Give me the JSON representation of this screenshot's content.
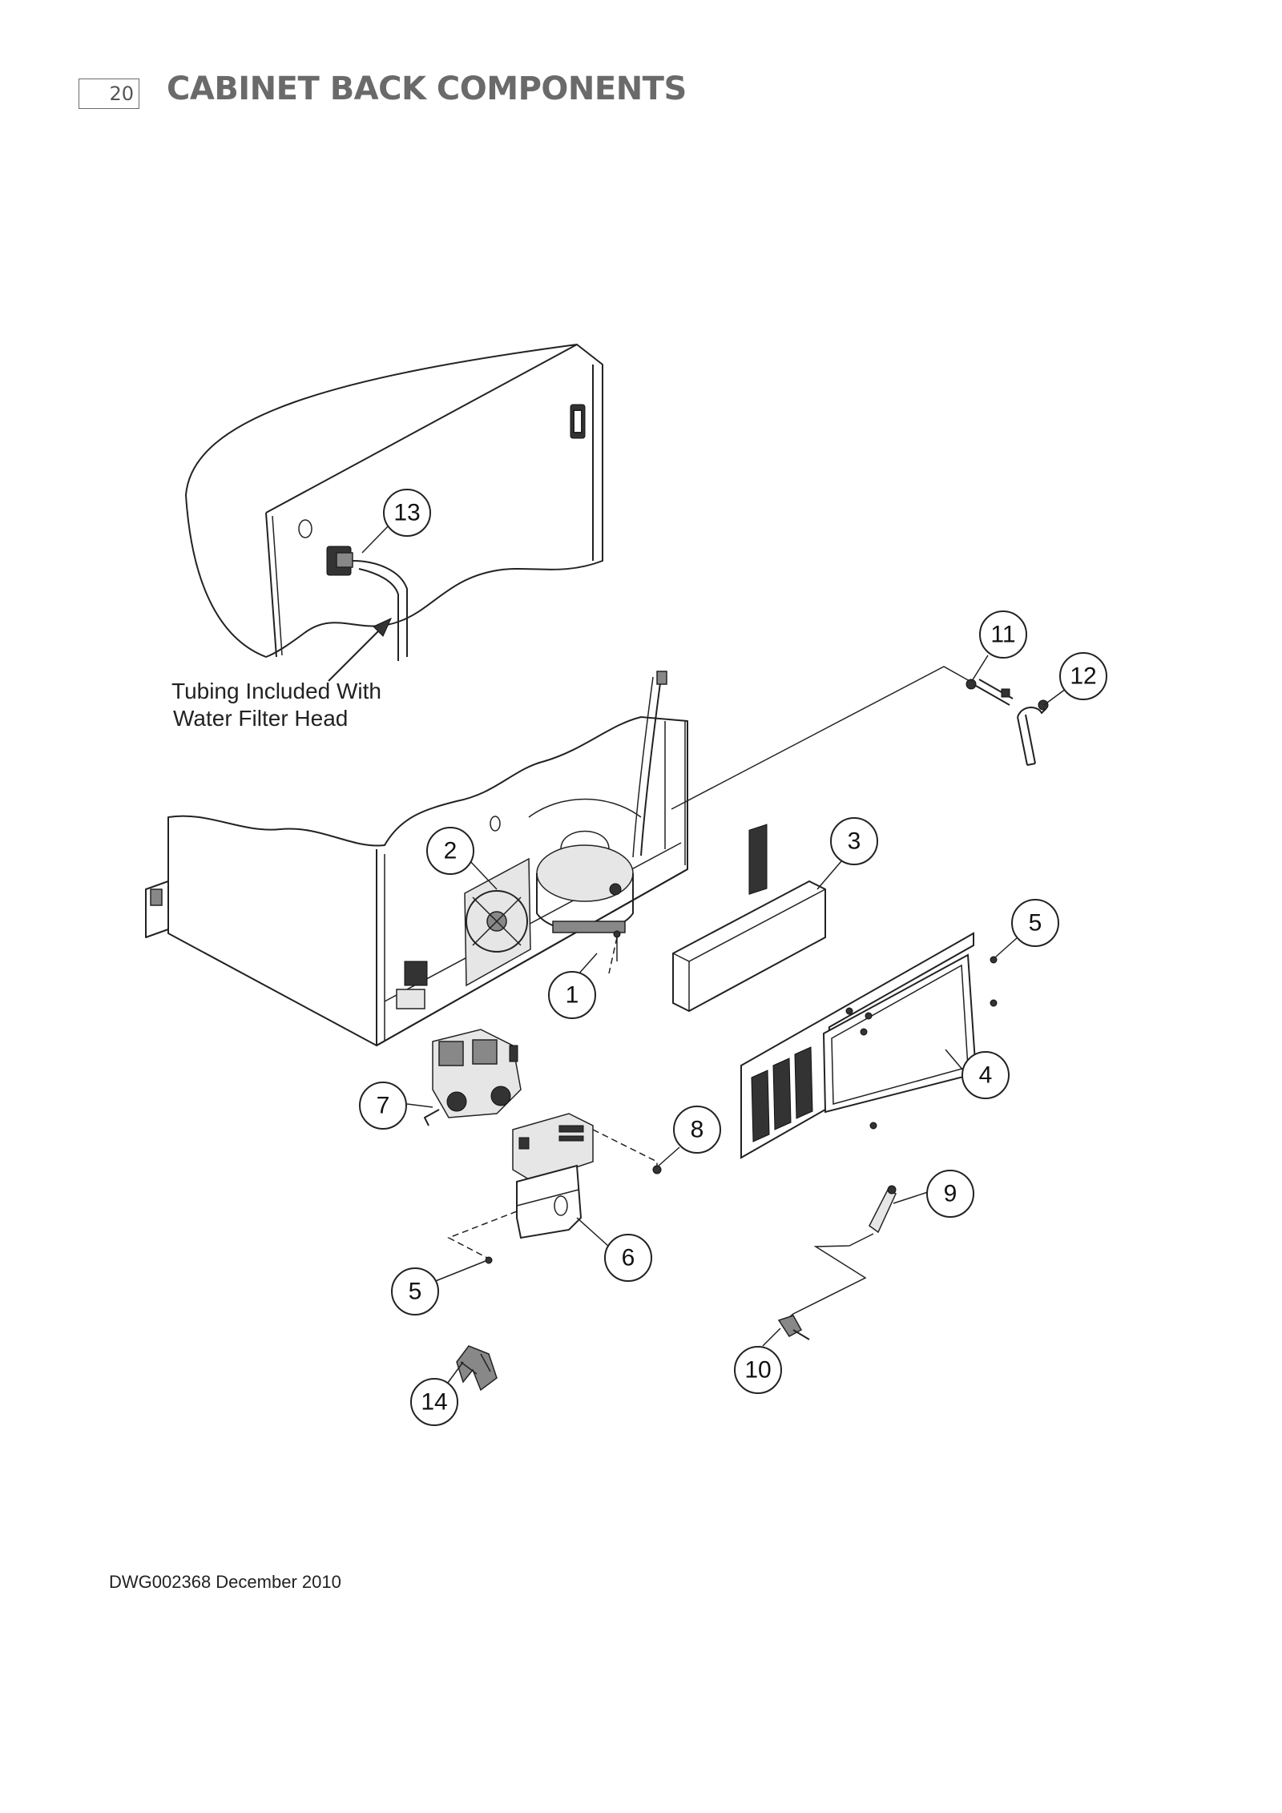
{
  "header": {
    "page_number": "20",
    "title": "CABINET BACK COMPONENTS"
  },
  "diagram": {
    "annotation_line1": "Tubing Included With",
    "annotation_line2": "Water Filter Head",
    "callouts": [
      {
        "id": "c13",
        "label": "13"
      },
      {
        "id": "c11",
        "label": "11"
      },
      {
        "id": "c12",
        "label": "12"
      },
      {
        "id": "c2",
        "label": "2"
      },
      {
        "id": "c3",
        "label": "3"
      },
      {
        "id": "c5a",
        "label": "5"
      },
      {
        "id": "c1",
        "label": "1"
      },
      {
        "id": "c4",
        "label": "4"
      },
      {
        "id": "c7",
        "label": "7"
      },
      {
        "id": "c8",
        "label": "8"
      },
      {
        "id": "c9",
        "label": "9"
      },
      {
        "id": "c6",
        "label": "6"
      },
      {
        "id": "c5b",
        "label": "5"
      },
      {
        "id": "c10",
        "label": "10"
      },
      {
        "id": "c14",
        "label": "14"
      }
    ]
  },
  "footer": {
    "drawing_ref": "DWG002368 December 2010"
  }
}
